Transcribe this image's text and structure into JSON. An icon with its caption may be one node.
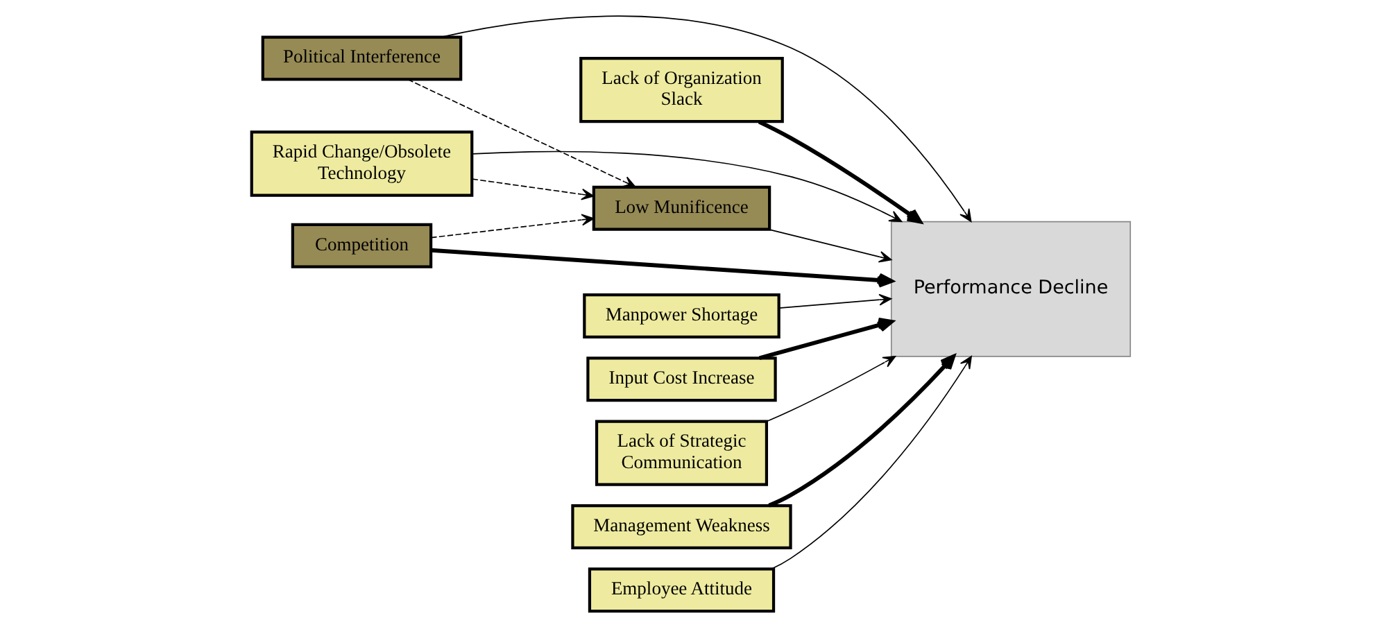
{
  "diagram": {
    "nodes": [
      {
        "text": [
          "Political Interference"
        ]
      },
      {
        "text": [
          "Lack of Organization Slack"
        ]
      },
      {
        "text": [
          "Rapid Change/Obsolete Technology"
        ]
      },
      {
        "text": [
          "Competition"
        ]
      },
      {
        "text": [
          "Performance Decline"
        ]
      },
      {
        "text": [
          "Low Munificence"
        ]
      },
      {
        "text": [
          "Manpower Shortage"
        ]
      },
      {
        "text": [
          "Input Cost Increase"
        ]
      },
      {
        "text": [
          "Lack of Strategic Communication"
        ]
      },
      {
        "text": [
          "Management Weakness"
        ]
      },
      {
        "text": [
          "Employee Attitude"
        ]
      }
    ],
    "edges": [
      {
        "from": 0,
        "to": 4,
        "arrow": "to"
      },
      {
        "from": 0,
        "to": 5,
        "arrow": "to",
        "style": "dashed"
      },
      {
        "from": 2,
        "to": 5,
        "arrow": "to",
        "style": "dashed"
      },
      {
        "from": 3,
        "to": 5,
        "arrow": "to",
        "style": "dashed"
      },
      {
        "from": 2,
        "to": 4,
        "arrow": "to"
      },
      {
        "from": 1,
        "to": 4,
        "arrow": "to",
        "style": "thick"
      },
      {
        "from": 3,
        "to": 4,
        "arrow": "to",
        "style": "thick"
      },
      {
        "from": 5,
        "to": 4,
        "arrow": "to"
      },
      {
        "from": 7,
        "to": 4,
        "arrow": "to",
        "style": "thick"
      },
      {
        "from": 9,
        "to": 4,
        "arrow": "to",
        "style": "thick"
      },
      {
        "from": 6,
        "to": 4,
        "arrow": "to"
      },
      {
        "from": 8,
        "to": 4,
        "arrow": "to"
      },
      {
        "from": 10,
        "to": 4,
        "arrow": "to"
      }
    ]
  }
}
